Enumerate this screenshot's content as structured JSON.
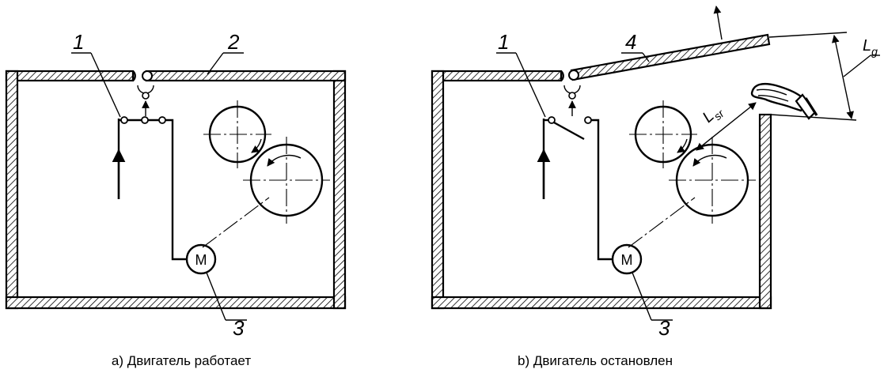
{
  "panel_a": {
    "caption": "a) Двигатель работает",
    "labels": {
      "switch": "1",
      "cover": "2",
      "motor": "3"
    },
    "motor_letter": "M"
  },
  "panel_b": {
    "caption": "b) Двигатель остановлен",
    "labels": {
      "switch": "1",
      "cover": "4",
      "motor": "3"
    },
    "motor_letter": "M",
    "distance_sr": {
      "main": "L",
      "sub": "sr"
    },
    "distance_g": {
      "main": "L",
      "sub": "g"
    }
  }
}
